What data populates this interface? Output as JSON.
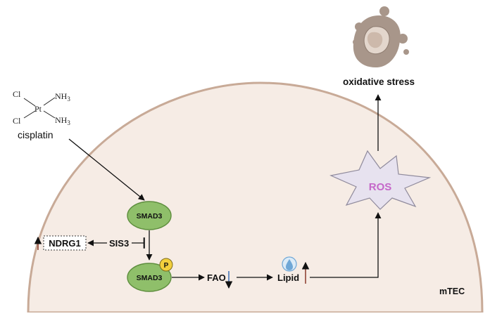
{
  "colors": {
    "cell_fill": "#f6ece5",
    "cell_stroke": "#c8aa97",
    "node_fill": "#8fbf6a",
    "node_stroke": "#5e8e3e",
    "phospho_fill": "#f2cf3d",
    "ros_fill": "#e7e2ef",
    "ros_text": "#c567c9",
    "arrow_up": "#8a3a2a",
    "arrow_down": "#3b6fb5",
    "droplet": "#6fa7d6",
    "debris": "#a8968a"
  },
  "drug": {
    "name": "cisplatin",
    "structure": {
      "cl_top": "Cl",
      "cl_bottom": "Cl",
      "metal": "Pt",
      "nh3_top": "NH",
      "nh3_bottom": "NH",
      "subscript": "3"
    }
  },
  "nodes": {
    "smad3": "SMAD3",
    "psmad3": "SMAD3",
    "phospho": "P",
    "ndrg1": "NDRG1",
    "sis3": "SIS3",
    "fao": "FAO",
    "lipid": "Lipid",
    "ros": "ROS"
  },
  "outcome": {
    "label": "oxidative stress"
  },
  "cell": {
    "label": "mTEC"
  }
}
